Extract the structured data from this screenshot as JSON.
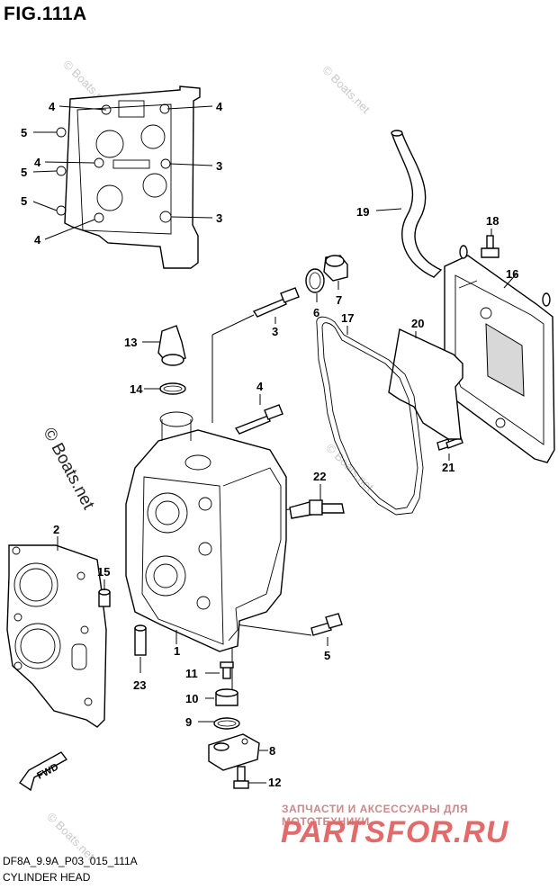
{
  "figure": {
    "title": "FIG.111A",
    "code": "DF8A_9.9A_P03_015_111A",
    "caption": "CYLINDER HEAD"
  },
  "watermarks": {
    "main": "© Boats.net",
    "faint": "© Boats.net"
  },
  "promo": {
    "line1": "ЗАПЧАСТИ И АКСЕССУАРЫ ДЛЯ МОТОТЕХНИКИ",
    "line2": "PARTSFOR.RU"
  },
  "fwd_label": "FWD",
  "callouts": [
    "4",
    "5",
    "4",
    "5",
    "5",
    "4",
    "4",
    "3",
    "3",
    "19",
    "18",
    "16",
    "7",
    "6",
    "17",
    "20",
    "3",
    "13",
    "14",
    "4",
    "21",
    "22",
    "2",
    "15",
    "1",
    "5",
    "11",
    "23",
    "10",
    "9",
    "8",
    "12"
  ]
}
